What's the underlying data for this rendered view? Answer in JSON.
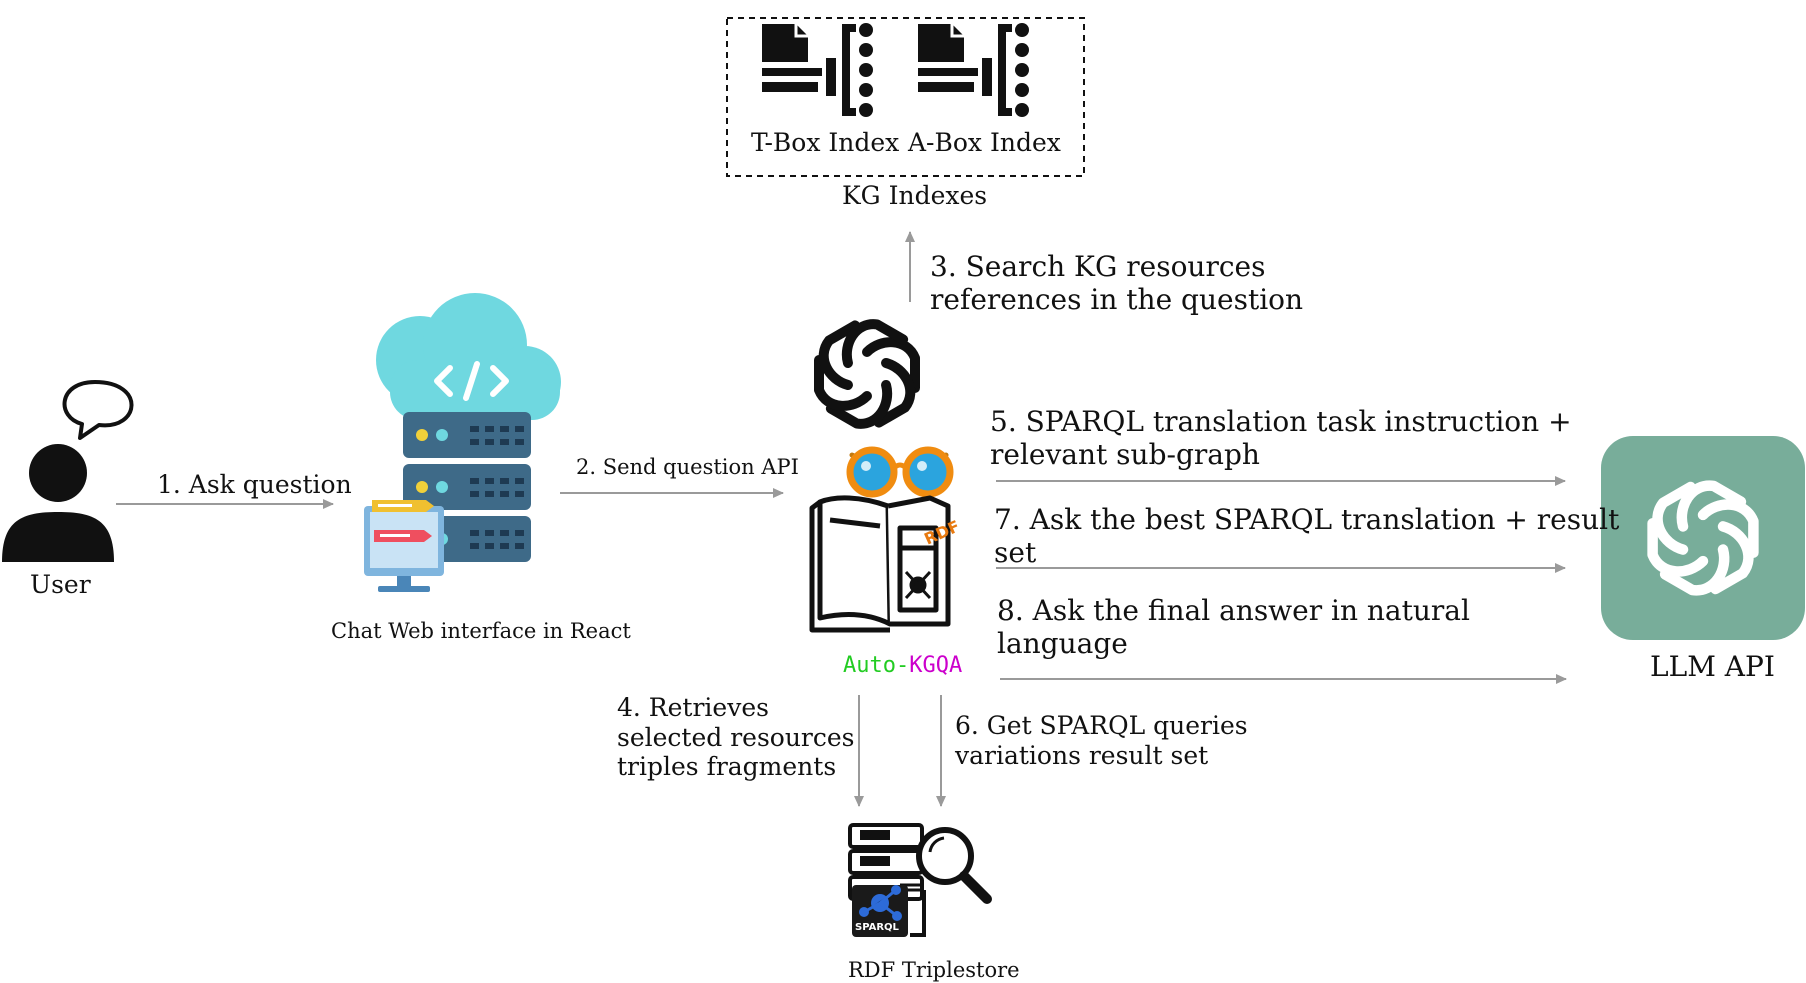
{
  "nodes": {
    "kg_indexes": {
      "tbox_label": "T-Box Index",
      "abox_label": "A-Box Index",
      "caption": "KG Indexes"
    },
    "user": {
      "label": "User"
    },
    "chat_ui": {
      "label": "Chat Web interface in React"
    },
    "auto_kgqa": {
      "prefix": "Auto-",
      "name": "KGQA",
      "book_tag": "RDF",
      "prefix_color": "#22cc22",
      "name_color": "#cc00cc",
      "tag_color": "#e87a10"
    },
    "llm_api": {
      "label": "LLM API",
      "color": "#78ad9a"
    },
    "triplestore": {
      "label": "RDF Triplestore",
      "logo_text": "SPARQL"
    }
  },
  "edges": {
    "e1": {
      "label": "1. Ask question"
    },
    "e2": {
      "label": "2. Send question API"
    },
    "e3": {
      "line1": "3. Search KG resources",
      "line2": "references in the question"
    },
    "e4": {
      "line1": "4. Retrieves",
      "line2": "selected resources",
      "line3": "triples fragments"
    },
    "e5": {
      "line1": "5. SPARQL translation task instruction +",
      "line2": "relevant sub-graph"
    },
    "e6": {
      "line1": "6. Get SPARQL queries",
      "line2": "variations result set"
    },
    "e7": {
      "line1": "7. Ask the best SPARQL translation + result",
      "line2": "set"
    },
    "e8": {
      "line1": "8. Ask the final answer in natural",
      "line2": "language"
    }
  }
}
